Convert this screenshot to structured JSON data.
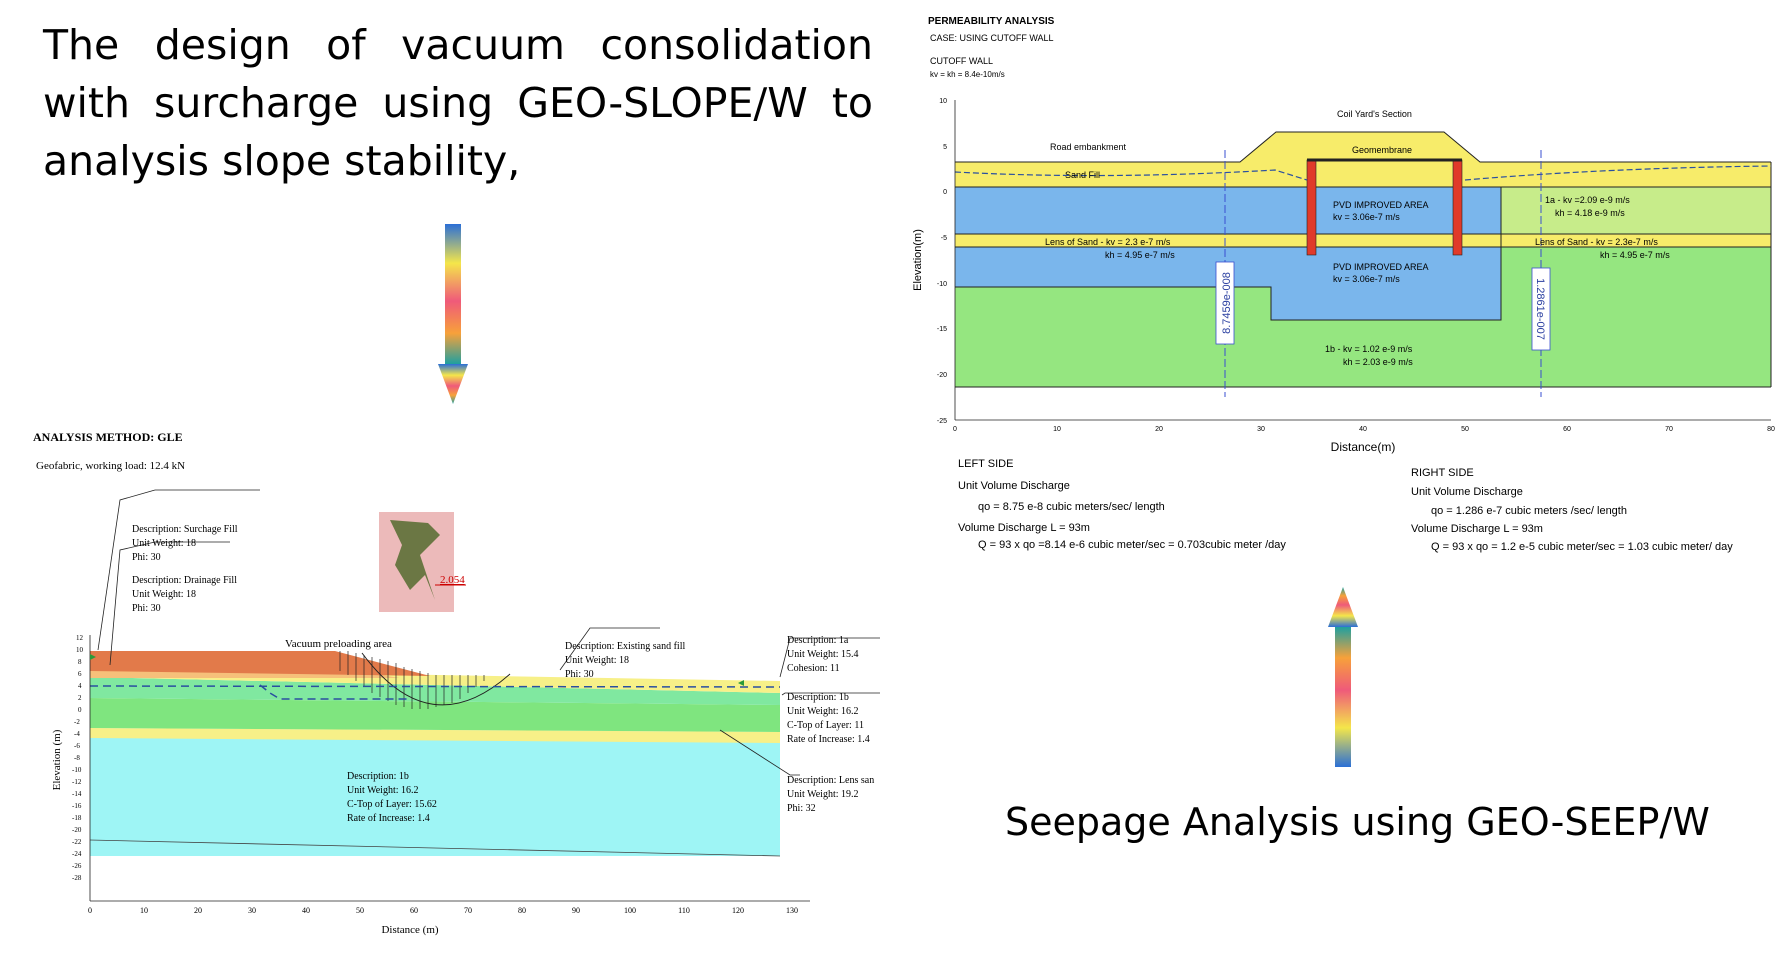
{
  "slide": {
    "left_title": "The design of vacuum consolidation with surcharge using GEO-SLOPE/W to analysis slope stability,",
    "right_title": "Seepage Analysis using GEO-SEEP/W"
  },
  "arrow_colors": [
    "#2b6fd6",
    "#f4e64a",
    "#ef5a7a",
    "#f7a13a",
    "#7ec850"
  ],
  "slope": {
    "method": "ANALYSIS METHOD: GLE",
    "geofabric": "Geofabric, working load: 12.4 kN",
    "safety_factor": "2.054",
    "area_label": "Vacuum preloading area",
    "ylabel": "Elevation (m)",
    "xlabel": "Distance (m)",
    "xticks": [
      "0",
      "10",
      "20",
      "30",
      "40",
      "50",
      "60",
      "70",
      "80",
      "90",
      "100",
      "110",
      "120",
      "130"
    ],
    "yticks": [
      "12",
      "10",
      "8",
      "6",
      "4",
      "2",
      "0",
      "-2",
      "-4",
      "-6",
      "-8",
      "-10",
      "-12",
      "-14",
      "-16",
      "-18",
      "-20",
      "-22",
      "-24",
      "-26",
      "-28"
    ],
    "notes": {
      "surcharge": [
        "Description: Surchage Fill",
        "Unit Weight: 18",
        "Phi: 30"
      ],
      "drainage": [
        "Description: Drainage Fill",
        "Unit Weight: 18",
        "Phi: 30"
      ],
      "existing": [
        "Description: Existing sand fill",
        "Unit Weight: 18",
        "Phi: 30"
      ],
      "layer1a": [
        "Description: 1a",
        "Unit Weight: 15.4",
        "Cohesion: 11"
      ],
      "layer1b_right": [
        "Description: 1b",
        "Unit Weight: 16.2",
        "C-Top of Layer: 11",
        "Rate of Increase: 1.4"
      ],
      "lens": [
        "Description: Lens san",
        "Unit Weight: 19.2",
        "Phi: 32"
      ],
      "layer1b_bottom": [
        "Description: 1b",
        "Unit Weight: 16.2",
        "C-Top of Layer: 15.62",
        "Rate of Increase: 1.4"
      ]
    }
  },
  "seep": {
    "title": "PERMEABILITY ANALYSIS",
    "case": "CASE: USING CUTOFF WALL",
    "cutoff": "CUTOFF WALL",
    "cutoff_k": "kv = kh = 8.4e-10m/s",
    "section_label": "Coil Yard's Section",
    "embankment": "Road embankment",
    "geomembrane": "Geomembrane",
    "sand_fill": "Sand Fill",
    "pvd1": "PVD IMPROVED AREA",
    "pvd1_k": "kv = 3.06e-7 m/s",
    "pvd2": "PVD IMPROVED AREA",
    "pvd2_k": "kv = 3.06e-7 m/s",
    "lens_left": "Lens of Sand - kv = 2.3 e-7 m/s",
    "lens_left_kh": "kh = 4.95 e-7 m/s",
    "lens_right": "Lens of Sand - kv = 2.3e-7 m/s",
    "lens_right_kh": "kh = 4.95 e-7 m/s",
    "layer_1a_kv": "1a - kv =2.09 e-9 m/s",
    "layer_1a_kh": "kh = 4.18 e-9 m/s",
    "layer_1b_kv": "1b - kv = 1.02 e-9 m/s",
    "layer_1b_kh": "kh = 2.03 e-9 m/s",
    "flux_left": "8.7459e-008",
    "flux_right": "1.2861e-007",
    "ylabel": "Elevation(m)",
    "xlabel": "Distance(m)",
    "xticks": [
      "0",
      "10",
      "20",
      "30",
      "40",
      "50",
      "60",
      "70",
      "80"
    ],
    "yticks": [
      "10",
      "5",
      "0",
      "-5",
      "-10",
      "-15",
      "-20",
      "-25"
    ],
    "left_side": {
      "heading": "LEFT SIDE",
      "l1": "Unit  Volume Discharge",
      "l2": "qo = 8.75 e-8 cubic meters/sec/ length",
      "l3": "Volume Discharge L = 93m",
      "l4": "Q = 93 x qo =8.14 e-6 cubic meter/sec = 0.703cubic meter /day"
    },
    "right_side": {
      "heading": "RIGHT SIDE",
      "l1": "Unit  Volume Discharge",
      "l2": "qo = 1.286 e-7 cubic meters /sec/ length",
      "l3": "Volume Discharge L = 93m",
      "l4": "Q = 93 x qo = 1.2 e-5 cubic meter/sec = 1.03 cubic meter/ day"
    }
  }
}
